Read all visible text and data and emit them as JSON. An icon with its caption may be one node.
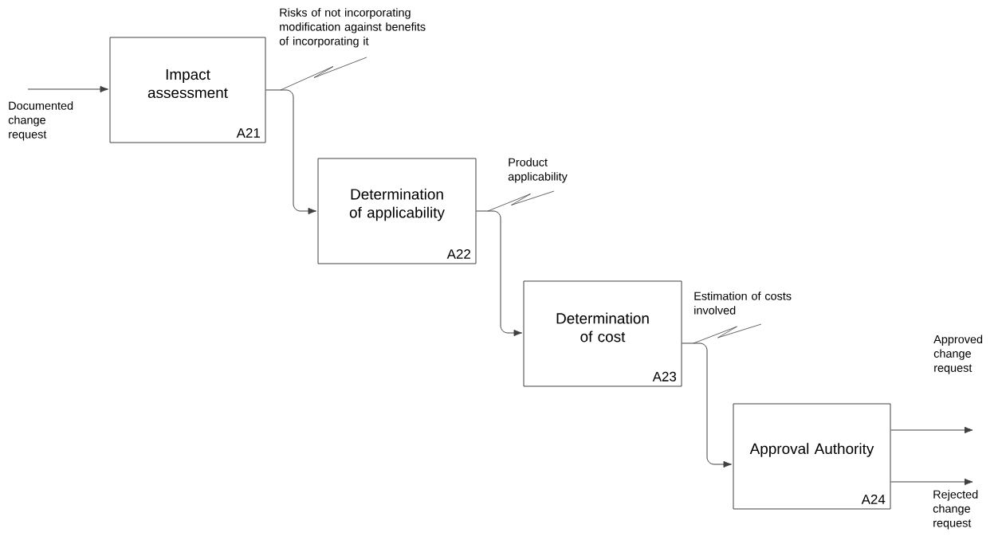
{
  "diagram": {
    "nodes": [
      {
        "text": [
          "Impact assessment",
          "A21"
        ]
      },
      {
        "text": [
          "Determination of applicability",
          "A22"
        ]
      },
      {
        "text": [
          "Determination of cost",
          "A23"
        ]
      },
      {
        "text": [
          "Approval Authority",
          "A24"
        ]
      }
    ],
    "edges": [
      {
        "from": null,
        "to": 0,
        "arrow": "to",
        "label": "Documented change request"
      },
      {
        "from": 0,
        "to": 1,
        "arrow": "to",
        "label": "Risks of not incorporating modification against benefits of incorporating it"
      },
      {
        "from": 1,
        "to": 2,
        "arrow": "to",
        "label": "Product applicability"
      },
      {
        "from": 2,
        "to": 3,
        "arrow": "to",
        "label": "Estimation of costs involved"
      },
      {
        "from": 3,
        "to": null,
        "arrow": "to",
        "label": "Approved change request"
      },
      {
        "from": 3,
        "to": null,
        "arrow": "to",
        "label": "Rejected change request"
      }
    ]
  }
}
